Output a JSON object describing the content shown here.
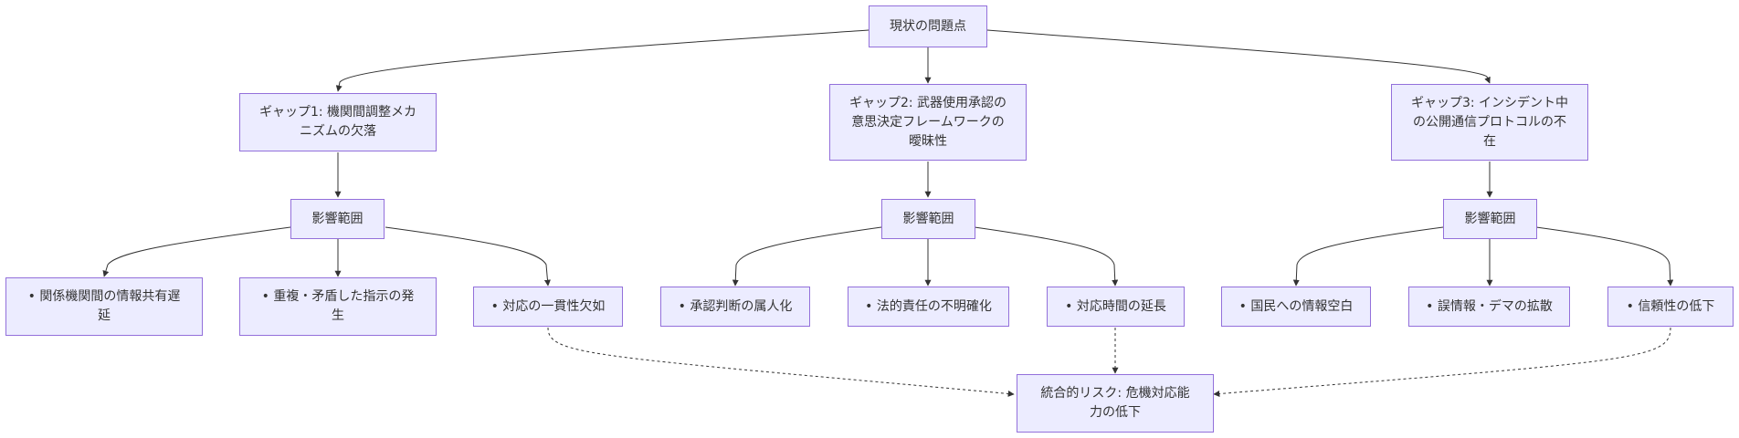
{
  "nodes": {
    "root": "現状の問題点",
    "gap1": "ギャップ1: 機関間調整メカ\nニズムの欠落",
    "gap2": "ギャップ2: 武器使用承認の\n意思決定フレームワークの\n曖昧性",
    "gap3": "ギャップ3: インシデント中\nの公開通信プロトコルの不\n在",
    "scope1": "影響範囲",
    "scope2": "影響範囲",
    "scope3": "影響範囲",
    "i1a": "• 関係機関間の情報共有遅\n延",
    "i1b": "• 重複・矛盾した指示の発\n生",
    "i1c": "• 対応の一貫性欠如",
    "i2a": "• 承認判断の属人化",
    "i2b": "• 法的責任の不明確化",
    "i2c": "• 対応時間の延長",
    "i3a": "• 国民への情報空白",
    "i3b": "• 誤情報・デマの拡散",
    "i3c": "• 信頼性の低下",
    "risk": "統合的リスク: 危機対応能\n力の低下"
  },
  "colors": {
    "node_fill": "#ECECFF",
    "node_border": "#9370DB",
    "edge": "#333333",
    "text": "#333333"
  }
}
